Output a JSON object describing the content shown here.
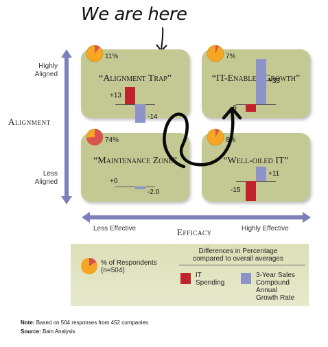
{
  "annotation": {
    "handwritten": "We are here"
  },
  "axes": {
    "y_title": "Alignment",
    "y_high": [
      "Highly",
      "Aligned"
    ],
    "y_low": [
      "Less",
      "Aligned"
    ],
    "x_title": "Efficacy",
    "x_low": "Less Effective",
    "x_high": "Highly Effective"
  },
  "quadrants": [
    {
      "id": "alignment-trap",
      "title": "“Alignment Trap”",
      "pct_label": "11%",
      "pct": 11,
      "it": 13,
      "it_label": "+13",
      "sales": -14,
      "sales_label": "-14"
    },
    {
      "id": "it-enabled-growth",
      "title": "“IT-Enabled Growth”",
      "pct_label": "7%",
      "pct": 7,
      "it": -6,
      "it_label": "-6",
      "sales": 35,
      "sales_label": "+35"
    },
    {
      "id": "maintenance-zone",
      "title": "“Maintenance Zone”",
      "pct_label": "74%",
      "pct": 74,
      "it": 0,
      "it_label": "+0",
      "sales": -2.0,
      "sales_label": "-2.0"
    },
    {
      "id": "well-oiled-it",
      "title": "“Well-oiled IT”",
      "pct_label": "8%",
      "pct": 8,
      "it": -15,
      "it_label": "-15",
      "sales": 11,
      "sales_label": "+11"
    }
  ],
  "legend": {
    "heading": [
      "Differences in Percentage",
      "compared to overall averages"
    ],
    "respondents": [
      "% of Respondents",
      "(n=504)"
    ],
    "it_spending": [
      "IT",
      "Spending"
    ],
    "sales_growth": [
      "3-Year Sales",
      "Compound",
      "Annual",
      "Growth Rate"
    ]
  },
  "colors": {
    "quad_bg": "#c4c994",
    "it_bar": "#c0232c",
    "sales_bar": "#8d93c8",
    "axis_arrow": "#7b80b8",
    "pie_fill": "#f5a623",
    "pie_slice": "#d9534f"
  },
  "notes": {
    "note_label": "Note:",
    "note_text": "Based on 504 responses from 452 companies",
    "source_label": "Source:",
    "source_text": "Bain Analysis"
  }
}
